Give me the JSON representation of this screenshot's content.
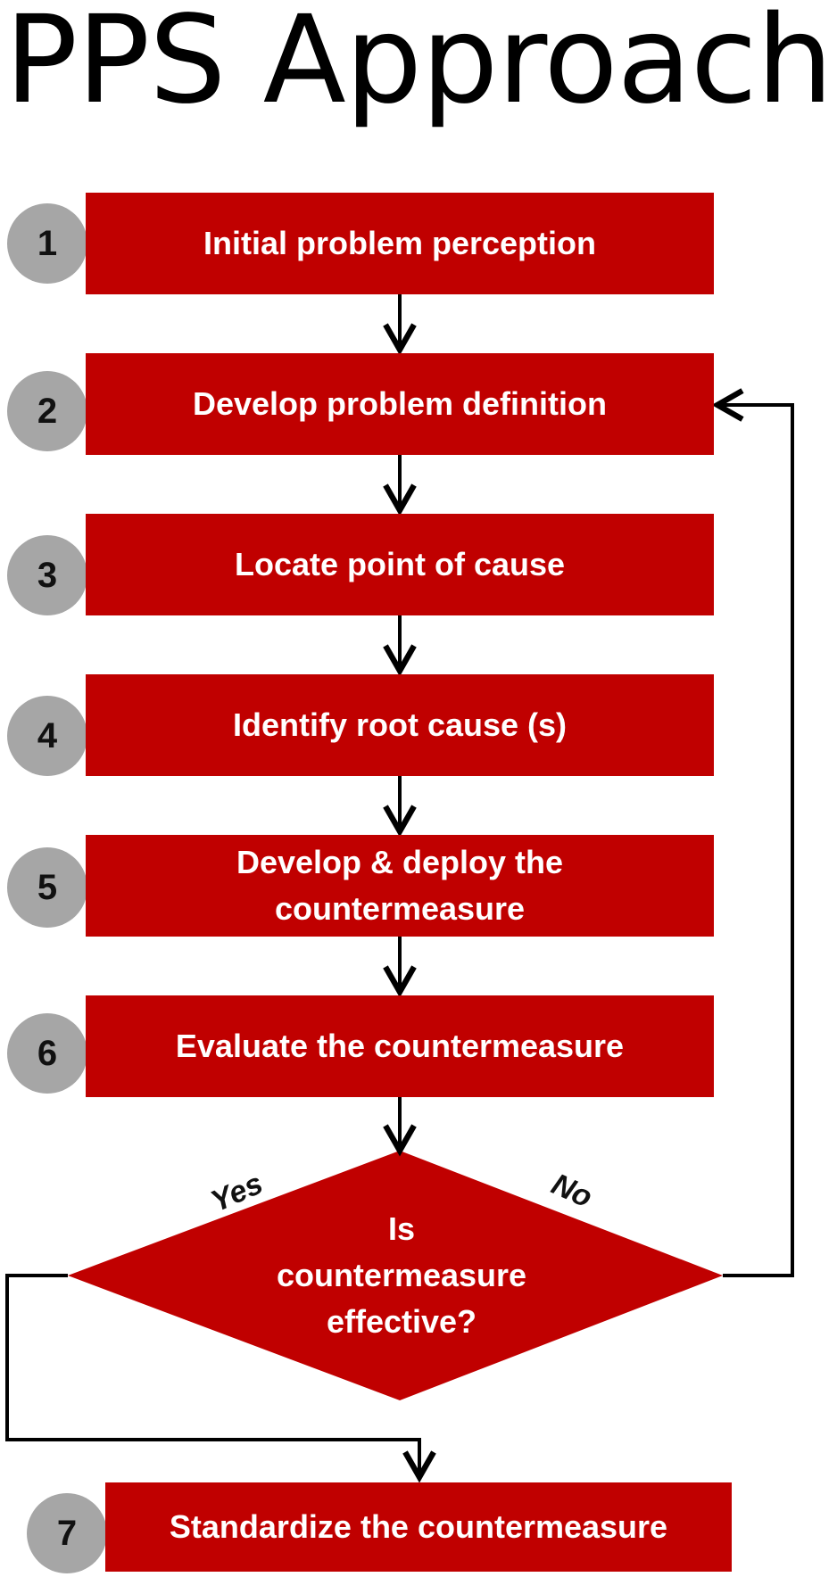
{
  "title": "PPS Approach",
  "steps": [
    {
      "number": "1",
      "label": "Initial problem perception"
    },
    {
      "number": "2",
      "label": "Develop problem definition"
    },
    {
      "number": "3",
      "label": "Locate point of cause"
    },
    {
      "number": "4",
      "label": "Identify root cause (s)"
    },
    {
      "number": "5",
      "label": "Develop & deploy the countermeasure"
    },
    {
      "number": "6",
      "label": "Evaluate the countermeasure"
    }
  ],
  "decision": {
    "label": "Is countermeasure effective?",
    "yes_label": "Yes",
    "no_label": "No"
  },
  "final_step": {
    "number": "7",
    "label": "Standardize the countermeasure"
  },
  "colors": {
    "box": "#c00000",
    "badge": "#a6a6a6",
    "arrow": "#000000"
  }
}
